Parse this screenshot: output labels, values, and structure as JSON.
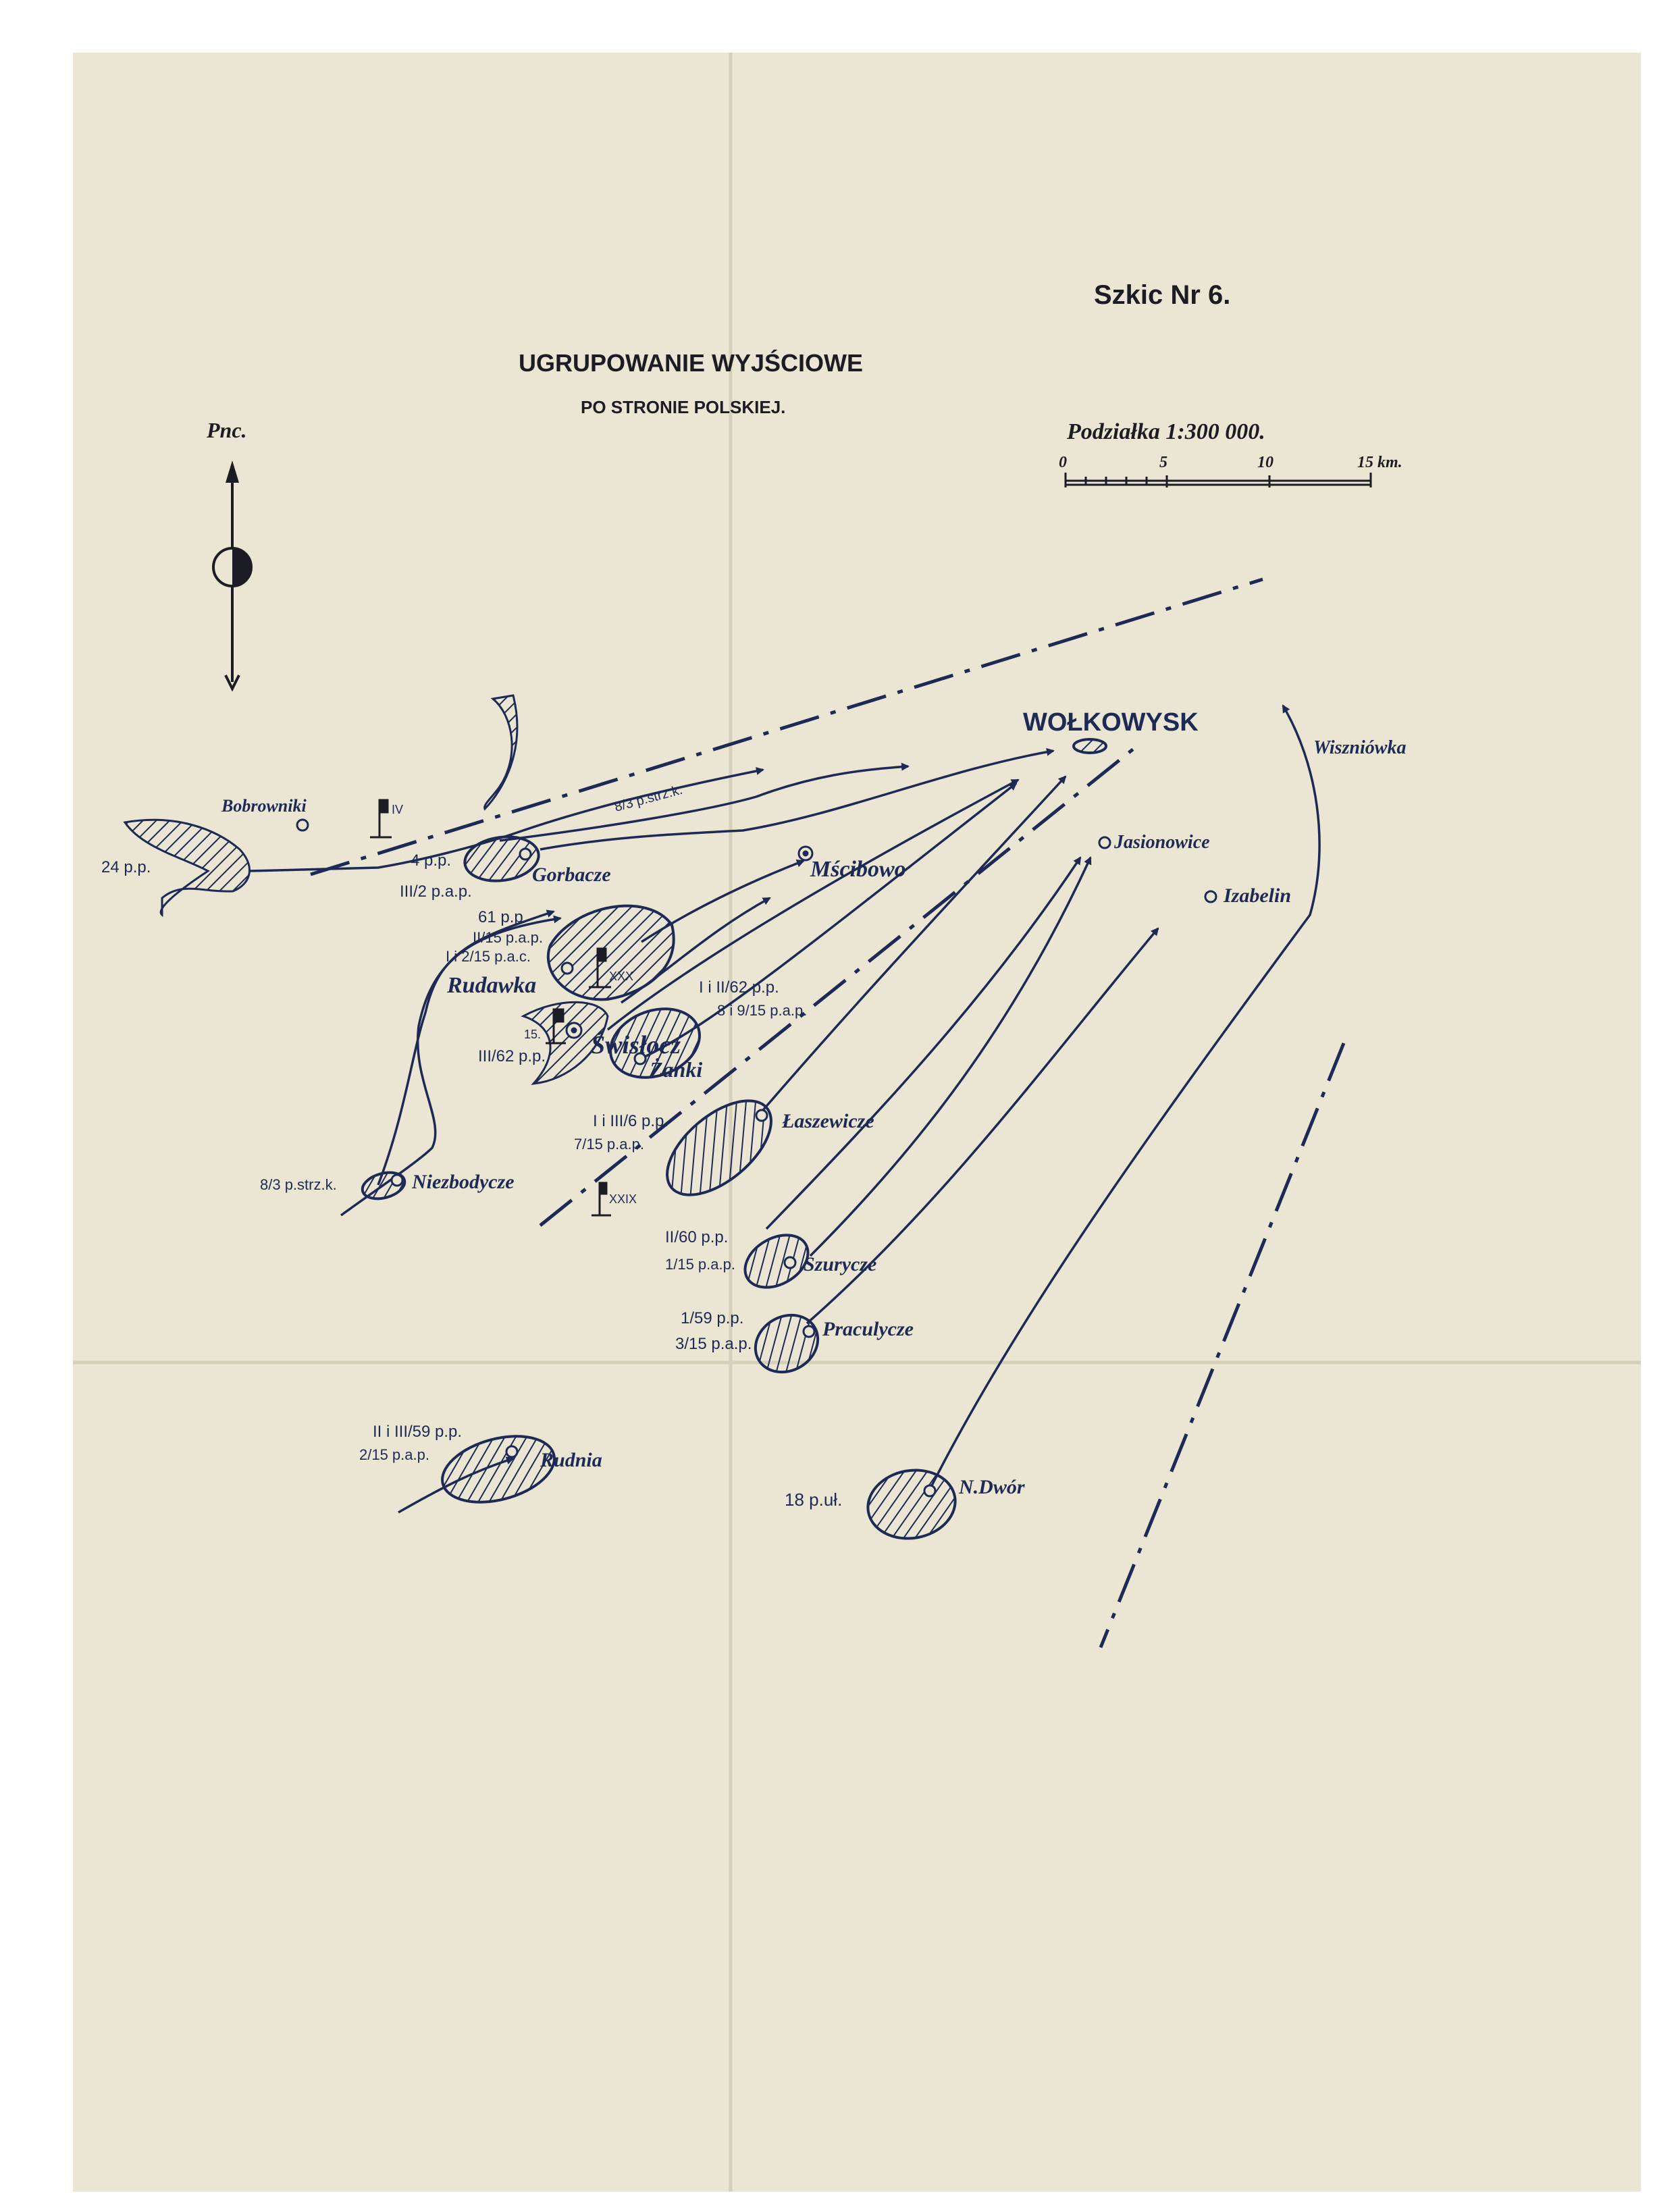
{
  "sheet": {
    "sketch_number": "Szkic Nr 6.",
    "title_line1": "UGRUPOWANIE WYJŚCIOWE",
    "title_line2": "PO STRONIE POLSKIEJ.",
    "north_label": "Pnc."
  },
  "scale": {
    "label": "Podziałka 1:300 000.",
    "ticks": [
      "0",
      "5",
      "10",
      "15 km."
    ]
  },
  "places": {
    "wolkowysk": "WOŁKOWYSK",
    "wiszniowka": "Wiszniówka",
    "bobrowniki": "Bobrowniki",
    "gorbacze": "Gorbacze",
    "mscibowo": "Mścibowo",
    "jasionowice": "Jasionowice",
    "izabelin": "Izabelin",
    "rudawka": "Rudawka",
    "swislocz": "Świsłocz",
    "zanki": "Żanki",
    "laszewicze": "Łaszewicze",
    "niezbodycze": "Niezbodycze",
    "szurycze": "Szurycze",
    "praculycze": "Praculycze",
    "rudnia": "Rudnia",
    "n_dwor": "N.Dwór"
  },
  "units": {
    "u24pp": "24 p.p.",
    "u83pstrzk_top": "8/3 p.strz.k.",
    "u4pp": "4 p.p.",
    "u3_2pap": "III/2 p.a.p.",
    "u61pp": "61 p.p.",
    "u2_15pap": "II/15 p.a.p.",
    "u12_15pac": "I i 2/15 p.a.c.",
    "u62pp_left": "III/62 p.p.",
    "u12_62pp": "I i II/62 p.p.",
    "u89_15pap": "8 i 9/15 p.a.p.",
    "u15": "15.",
    "u13_6pp": "I i III/6 p.p.",
    "u7_15pap": "7/15 p.a.p.",
    "u83pstrzk_low": "8/3 p.strz.k.",
    "u2_60pp": "II/60 p.p.",
    "u1_15pap": "1/15 p.a.p.",
    "u1_59pp": "1/59 p.p.",
    "u3_15pap": "3/15 p.a.p.",
    "u23_59pp": "II i III/59 p.p.",
    "u2_15pap_b": "2/15 p.a.p.",
    "u18pul": "18 p.uł.",
    "flag_iv": "IV",
    "flag_xxx": "XXX",
    "flag_xxix": "XXIX"
  },
  "colors": {
    "paper": "#ebe6d3",
    "ink": "#1d2a55",
    "black": "#1c1c24"
  }
}
